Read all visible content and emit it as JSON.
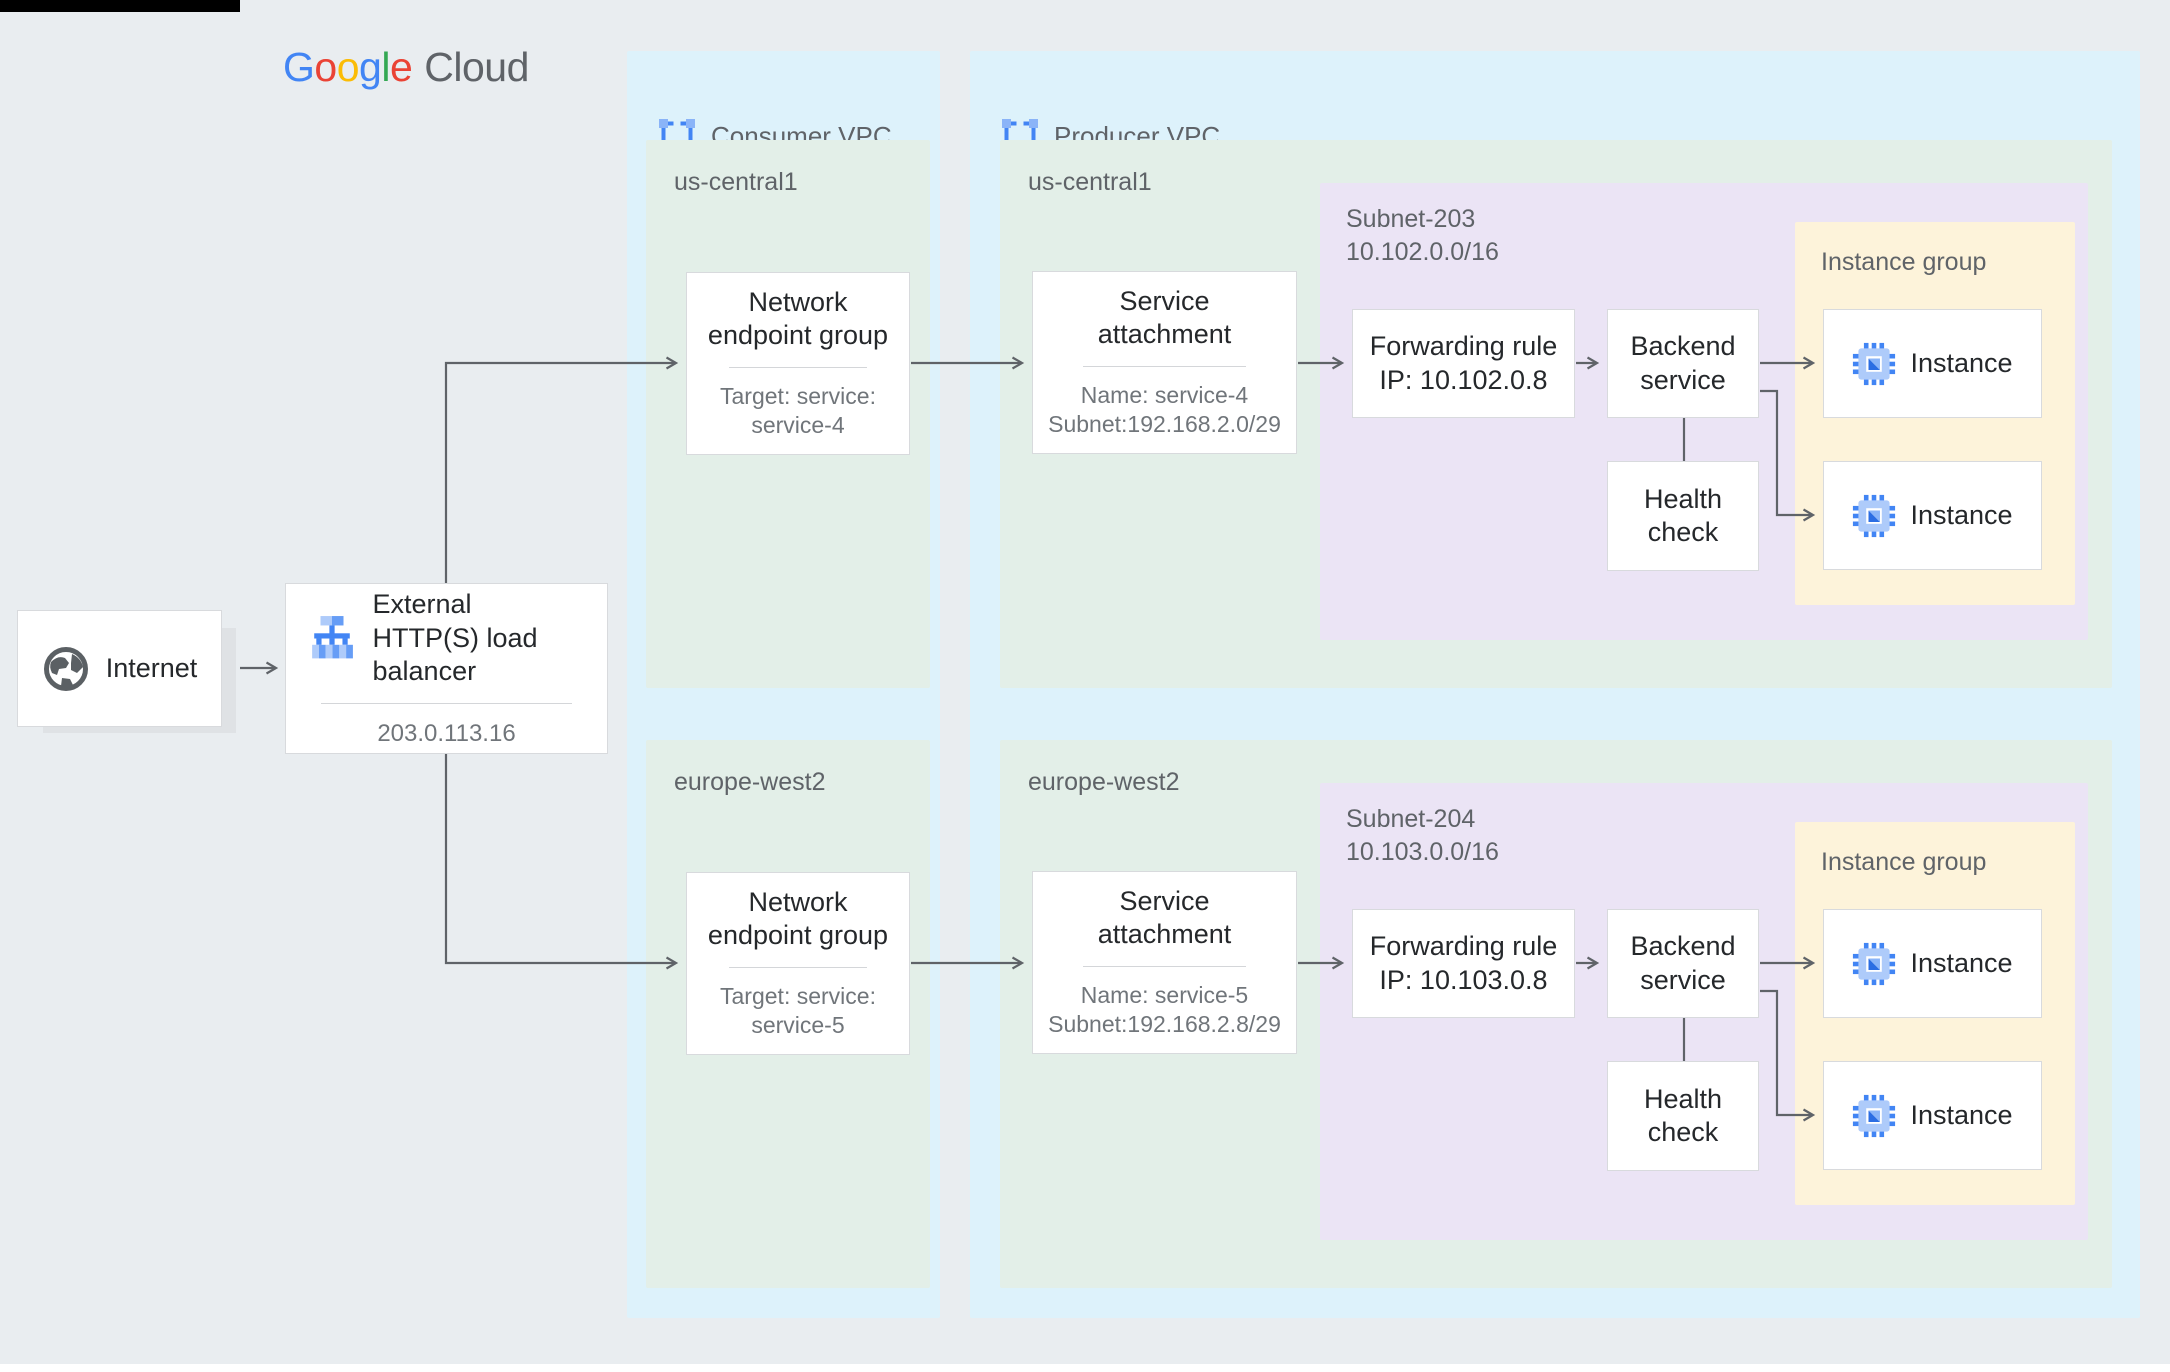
{
  "logo": {
    "letters": [
      "G",
      "o",
      "o",
      "g",
      "l",
      "e"
    ],
    "cloud": "Cloud"
  },
  "internet": {
    "label": "Internet"
  },
  "load_balancer": {
    "title": "External HTTP(S) load balancer",
    "ip": "203.0.113.16"
  },
  "consumer_vpc": {
    "label": "Consumer VPC"
  },
  "producer_vpc": {
    "label": "Producer VPC"
  },
  "pipelines": [
    {
      "region": "us-central1",
      "neg": {
        "title": "Network endpoint group",
        "target_line1": "Target: service:",
        "target_line2": "service-4"
      },
      "service_attachment": {
        "title": "Service attachment",
        "name_line": "Name: service-4",
        "subnet_line": "Subnet:192.168.2.0/29"
      },
      "subnet": {
        "name": "Subnet-203",
        "cidr": "10.102.0.0/16"
      },
      "forwarding_rule": {
        "title": "Forwarding rule",
        "ip_line": "IP: 10.102.0.8"
      },
      "backend_service": {
        "title": "Backend service"
      },
      "health_check": {
        "title": "Health check"
      },
      "instance_group": {
        "label": "Instance group",
        "instances": [
          "Instance",
          "Instance"
        ]
      }
    },
    {
      "region": "europe-west2",
      "neg": {
        "title": "Network endpoint group",
        "target_line1": "Target: service:",
        "target_line2": "service-5"
      },
      "service_attachment": {
        "title": "Service attachment",
        "name_line": "Name: service-5",
        "subnet_line": "Subnet:192.168.2.8/29"
      },
      "subnet": {
        "name": "Subnet-204",
        "cidr": "10.103.0.0/16"
      },
      "forwarding_rule": {
        "title": "Forwarding rule",
        "ip_line": "IP: 10.103.0.8"
      },
      "backend_service": {
        "title": "Backend service"
      },
      "health_check": {
        "title": "Health check"
      },
      "instance_group": {
        "label": "Instance group",
        "instances": [
          "Instance",
          "Instance"
        ]
      }
    }
  ],
  "colors": {
    "brand_blue": "#4285F4",
    "brand_red": "#EA4335",
    "brand_yellow": "#FBBC05",
    "brand_green": "#34A853",
    "vpc_panel": "#ddf2fb",
    "region_panel": "#e3efe8",
    "subnet_panel": "#ebe4f5",
    "instance_group_panel": "#fdf3da",
    "connector": "#5f6368",
    "icon_blue_dark": "#4285f4",
    "icon_blue_mid": "#669df6",
    "icon_blue_light": "#aecbfa"
  }
}
